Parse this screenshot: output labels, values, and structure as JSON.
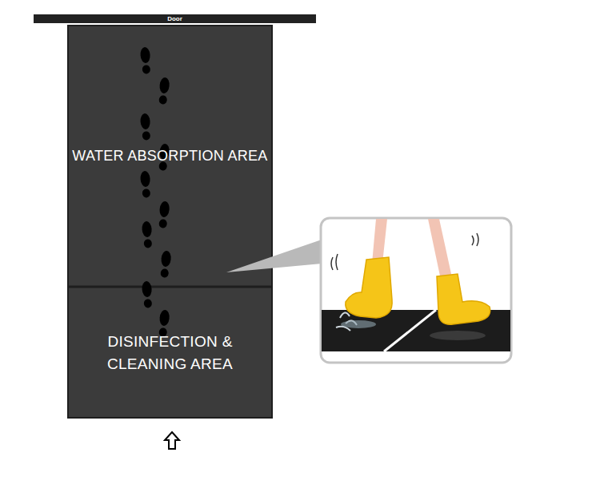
{
  "diagram": {
    "nodes": [
      {
        "text": [
          "Door"
        ]
      },
      {
        "text": [
          "WATER ABSORPTION AREA"
        ]
      },
      {
        "text": [
          "DISINFECTION & CLEANING AREA"
        ]
      }
    ]
  }
}
